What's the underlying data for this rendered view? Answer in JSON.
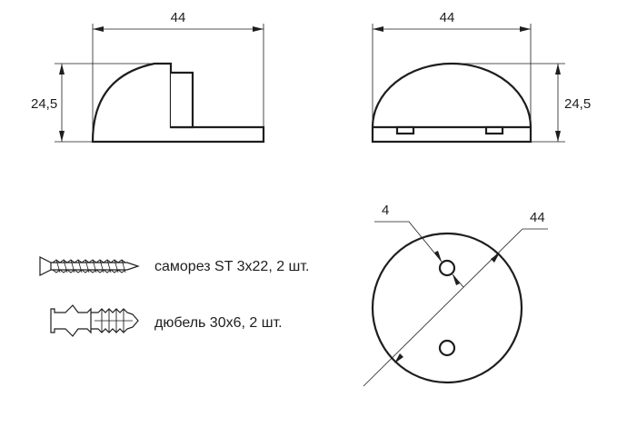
{
  "dimensions": {
    "side_view_width": "44",
    "side_view_height": "24,5",
    "front_view_width": "44",
    "front_view_height": "24,5",
    "base_diameter": "44",
    "hole_diameter": "4"
  },
  "hardware": [
    {
      "icon": "screw-icon",
      "label": "саморез ST 3х22, 2 шт."
    },
    {
      "icon": "wall-plug-icon",
      "label": "дюбель 30х6, 2 шт."
    }
  ],
  "colors": {
    "line": "#1e1e1e",
    "background": "#ffffff"
  }
}
